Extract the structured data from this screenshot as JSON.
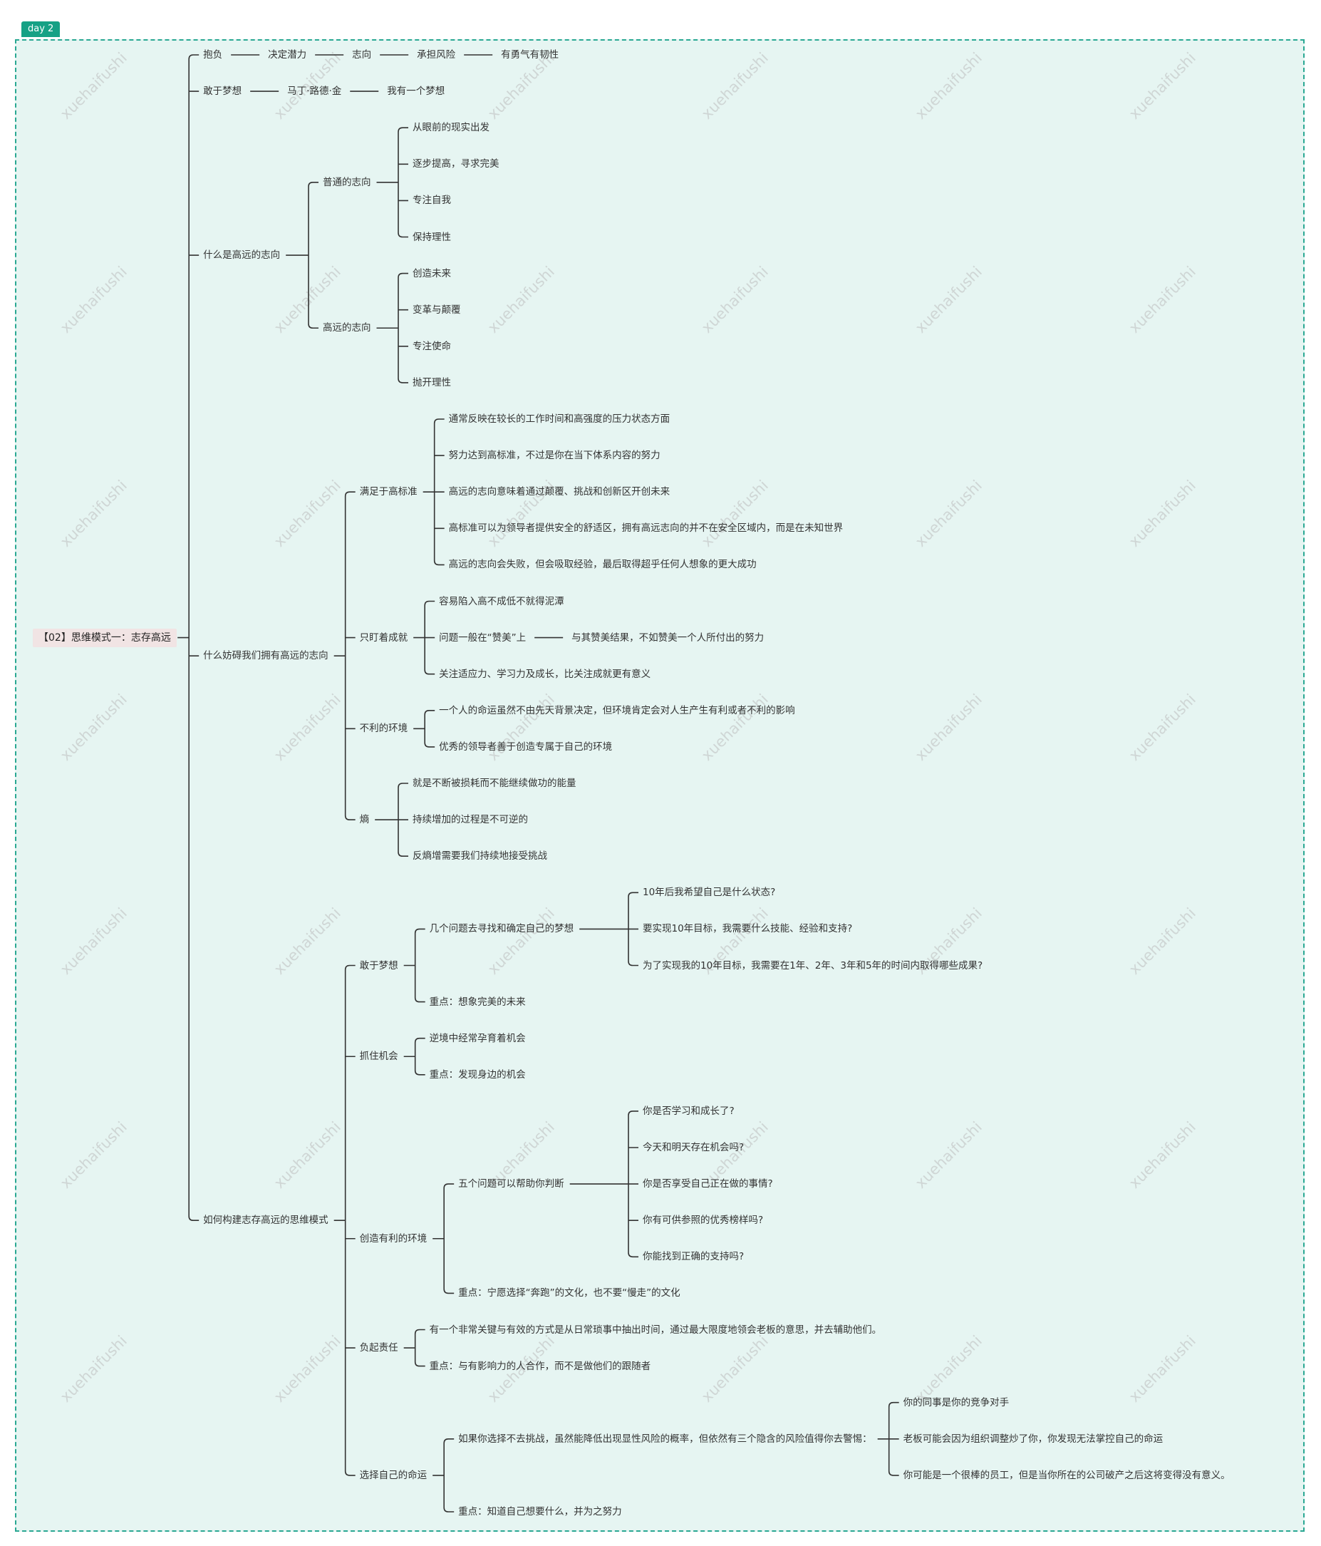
{
  "tag": "day 2",
  "watermark": "xuehaifushi",
  "root": {
    "label": "【02】思维模式一：志存高远",
    "children": [
      {
        "label": "抱负",
        "children": [
          {
            "label": "决定潜力",
            "children": [
              {
                "label": "志向",
                "children": [
                  {
                    "label": "承担风险",
                    "children": [
                      {
                        "label": "有勇气有韧性"
                      }
                    ]
                  }
                ]
              }
            ]
          }
        ]
      },
      {
        "label": "敢于梦想",
        "children": [
          {
            "label": "马丁·路德·金",
            "children": [
              {
                "label": "我有一个梦想"
              }
            ]
          }
        ]
      },
      {
        "label": "什么是高远的志向",
        "children": [
          {
            "label": "普通的志向",
            "children": [
              {
                "label": "从眼前的现实出发"
              },
              {
                "label": "逐步提高，寻求完美"
              },
              {
                "label": "专注自我"
              },
              {
                "label": "保持理性"
              }
            ]
          },
          {
            "label": "高远的志向",
            "children": [
              {
                "label": "创造未来"
              },
              {
                "label": "变革与颠覆"
              },
              {
                "label": "专注使命"
              },
              {
                "label": "抛开理性"
              }
            ]
          }
        ]
      },
      {
        "label": "什么妨碍我们拥有高远的志向",
        "children": [
          {
            "label": "满足于高标准",
            "children": [
              {
                "label": "通常反映在较长的工作时间和高强度的压力状态方面"
              },
              {
                "label": "努力达到高标准，不过是你在当下体系内容的努力"
              },
              {
                "label": "高远的志向意味着通过颠覆、挑战和创新区开创未来"
              },
              {
                "label": "高标准可以为领导者提供安全的舒适区，拥有高远志向的并不在安全区域内，而是在未知世界"
              },
              {
                "label": "高远的志向会失败，但会吸取经验，最后取得超乎任何人想象的更大成功"
              }
            ]
          },
          {
            "label": "只盯着成就",
            "children": [
              {
                "label": "容易陷入高不成低不就得泥潭"
              },
              {
                "label": "问题一般在“赞美”上",
                "children": [
                  {
                    "label": "与其赞美结果，不如赞美一个人所付出的努力"
                  }
                ]
              },
              {
                "label": "关注适应力、学习力及成长，比关注成就更有意义"
              }
            ]
          },
          {
            "label": "不利的环境",
            "children": [
              {
                "label": "一个人的命运虽然不由先天背景决定，但环境肯定会对人生产生有利或者不利的影响"
              },
              {
                "label": "优秀的领导者善于创造专属于自己的环境"
              }
            ]
          },
          {
            "label": "熵",
            "children": [
              {
                "label": "就是不断被损耗而不能继续做功的能量"
              },
              {
                "label": "持续增加的过程是不可逆的"
              },
              {
                "label": "反熵增需要我们持续地接受挑战"
              }
            ]
          }
        ]
      },
      {
        "label": "如何构建志存高远的思维模式",
        "children": [
          {
            "label": "敢于梦想",
            "children": [
              {
                "label": "几个问题去寻找和确定自己的梦想",
                "children": [
                  {
                    "label": "10年后我希望自己是什么状态?"
                  },
                  {
                    "label": "要实现10年目标，我需要什么技能、经验和支持?"
                  },
                  {
                    "label": "为了实现我的10年目标，我需要在1年、2年、3年和5年的时间内取得哪些成果?"
                  }
                ]
              },
              {
                "label": "重点：想象完美的未来"
              }
            ]
          },
          {
            "label": "抓住机会",
            "children": [
              {
                "label": "逆境中经常孕育着机会"
              },
              {
                "label": "重点：发现身边的机会"
              }
            ]
          },
          {
            "label": "创造有利的环境",
            "children": [
              {
                "label": "五个问题可以帮助你判断",
                "children": [
                  {
                    "label": "你是否学习和成长了?"
                  },
                  {
                    "label": "今天和明天存在机会吗?"
                  },
                  {
                    "label": "你是否享受自己正在做的事情?"
                  },
                  {
                    "label": "你有可供参照的优秀榜样吗?"
                  },
                  {
                    "label": "你能找到正确的支持吗?"
                  }
                ]
              },
              {
                "label": "重点：宁愿选择“奔跑”的文化，也不要“慢走”的文化"
              }
            ]
          },
          {
            "label": "负起责任",
            "children": [
              {
                "label": "有一个非常关键与有效的方式是从日常琐事中抽出时间，通过最大限度地领会老板的意思，并去辅助他们。"
              },
              {
                "label": "重点：与有影响力的人合作，而不是做他们的跟随者"
              }
            ]
          },
          {
            "label": "选择自己的命运",
            "children": [
              {
                "label": "如果你选择不去挑战，虽然能降低出现显性风险的概率，但依然有三个隐含的风险值得你去警惕：",
                "children": [
                  {
                    "label": "你的同事是你的竞争对手"
                  },
                  {
                    "label": "老板可能会因为组织调整炒了你，你发现无法掌控自己的命运"
                  },
                  {
                    "label": "你可能是一个很棒的员工，但是当你所在的公司破产之后这将变得没有意义。"
                  }
                ]
              },
              {
                "label": "重点：知道自己想要什么，并为之努力"
              }
            ]
          }
        ]
      }
    ]
  }
}
